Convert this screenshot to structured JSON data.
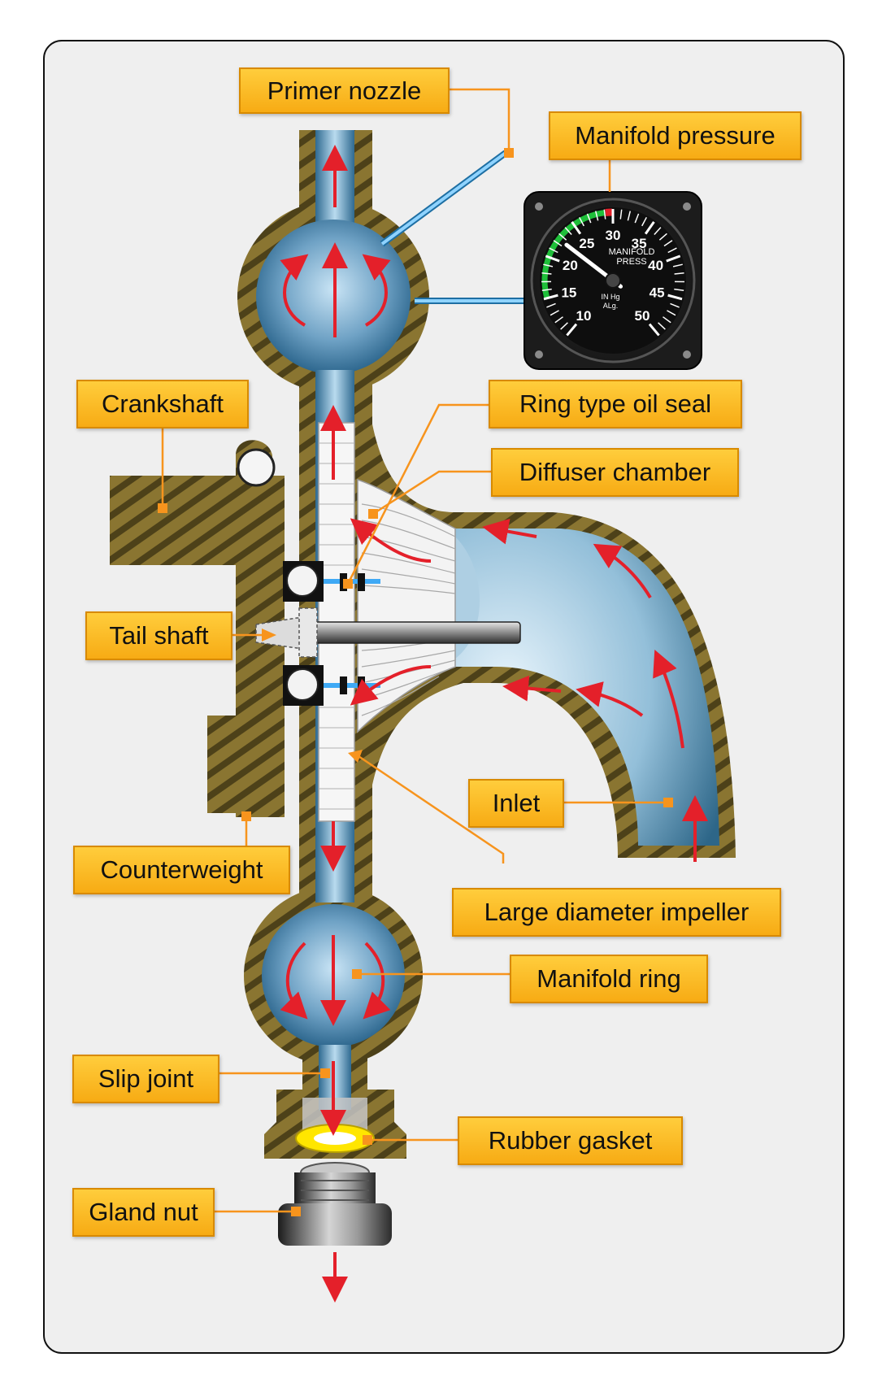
{
  "colors": {
    "label_fill": "#fdbb2a",
    "label_border": "#d88a00",
    "leader": "#f7941d",
    "housing": "#8a7531",
    "housing_stripe": "#4d4119",
    "passage": "#5e93b5",
    "flow_arrow": "#e4202a",
    "background": "#efefef"
  },
  "labels": {
    "primer_nozzle": "Primer nozzle",
    "manifold_pressure": "Manifold pressure",
    "crankshaft": "Crankshaft",
    "ring_type_oil_seal": "Ring type oil seal",
    "diffuser_chamber": "Diffuser chamber",
    "tail_shaft": "Tail shaft",
    "inlet": "Inlet",
    "counterweight": "Counterweight",
    "large_diameter_impeller": "Large diameter impeller",
    "manifold_ring": "Manifold ring",
    "slip_joint": "Slip joint",
    "rubber_gasket": "Rubber gasket",
    "gland_nut": "Gland nut"
  },
  "gauge": {
    "title_line1": "MANIFOLD",
    "title_line2": "PRESS",
    "units_line1": "IN Hg",
    "units_line2": "ALg.",
    "scale": [
      "10",
      "15",
      "20",
      "25",
      "30",
      "35",
      "40",
      "45",
      "50"
    ],
    "pointer_value": 22.5,
    "green_arc": [
      15,
      29
    ],
    "red_line": 29.5
  }
}
